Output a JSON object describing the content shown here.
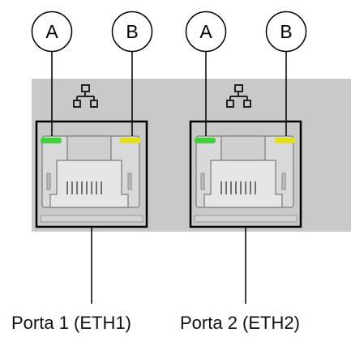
{
  "ports": [
    {
      "label": "Porta 1 (ETH1)",
      "callout_a": "A",
      "callout_b": "B",
      "led_a_color": "#3fd13a",
      "led_b_color": "#e3df1c"
    },
    {
      "label": "Porta 2 (ETH2)",
      "callout_a": "A",
      "callout_b": "B",
      "led_a_color": "#3fd13a",
      "led_b_color": "#e3df1c"
    }
  ],
  "icons": {
    "network": "network-icon"
  },
  "colors": {
    "panel": "#c8c8c8",
    "frame": "#000000"
  }
}
